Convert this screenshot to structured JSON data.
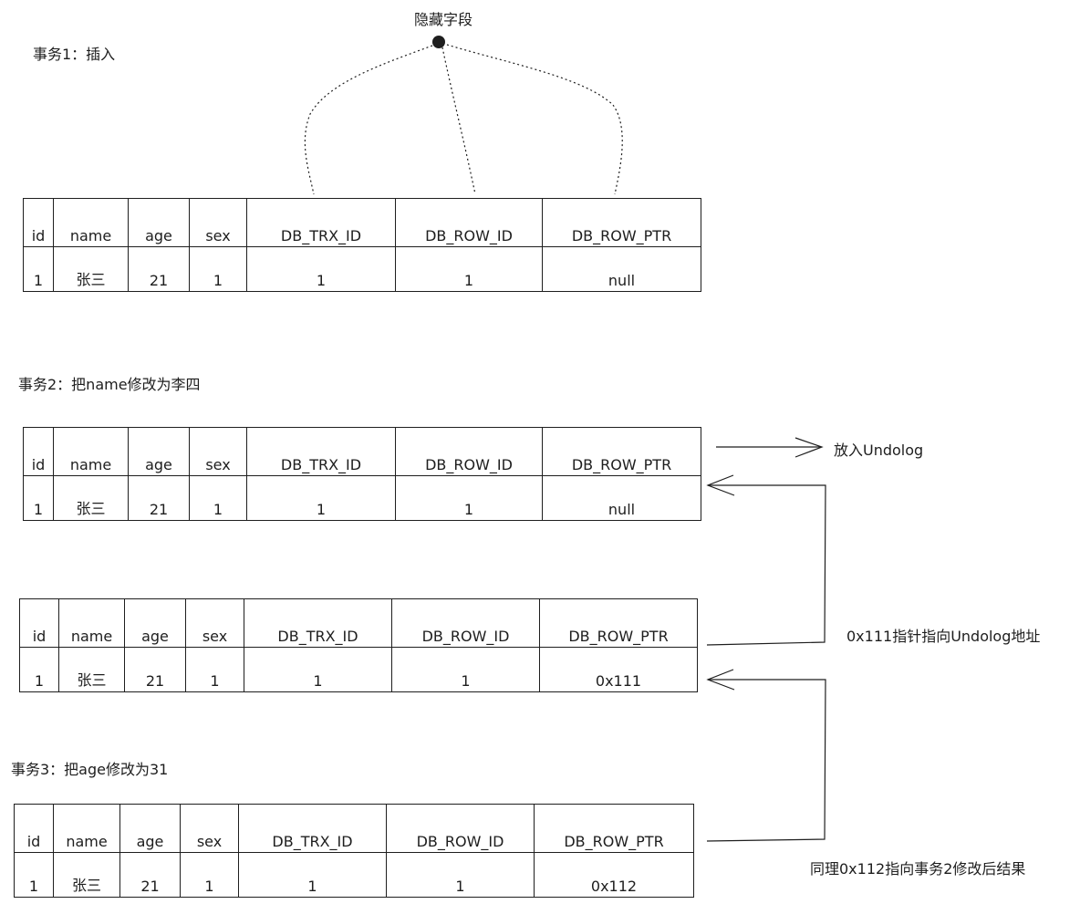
{
  "hidden_fields_label": "隐藏字段",
  "tx1_label": "事务1：插入",
  "tx2_label": "事务2：把name修改为李四",
  "tx3_label": "事务3：把age修改为31",
  "undolog_label": "放入Undolog",
  "pointer_note": "0x111指针指向Undolog地址",
  "pointer_note2": "同理0x112指向事务2修改后结果",
  "columns": [
    "id",
    "name",
    "age",
    "sex",
    "DB_TRX_ID",
    "DB_ROW_ID",
    "DB_ROW_PTR"
  ],
  "tables": [
    {
      "values": [
        "1",
        "张三",
        "21",
        "1",
        "1",
        "1",
        "null"
      ]
    },
    {
      "values": [
        "1",
        "张三",
        "21",
        "1",
        "1",
        "1",
        "null"
      ]
    },
    {
      "values": [
        "1",
        "张三",
        "21",
        "1",
        "1",
        "1",
        "0x111"
      ]
    },
    {
      "values": [
        "1",
        "张三",
        "21",
        "1",
        "1",
        "1",
        "0x112"
      ]
    }
  ]
}
